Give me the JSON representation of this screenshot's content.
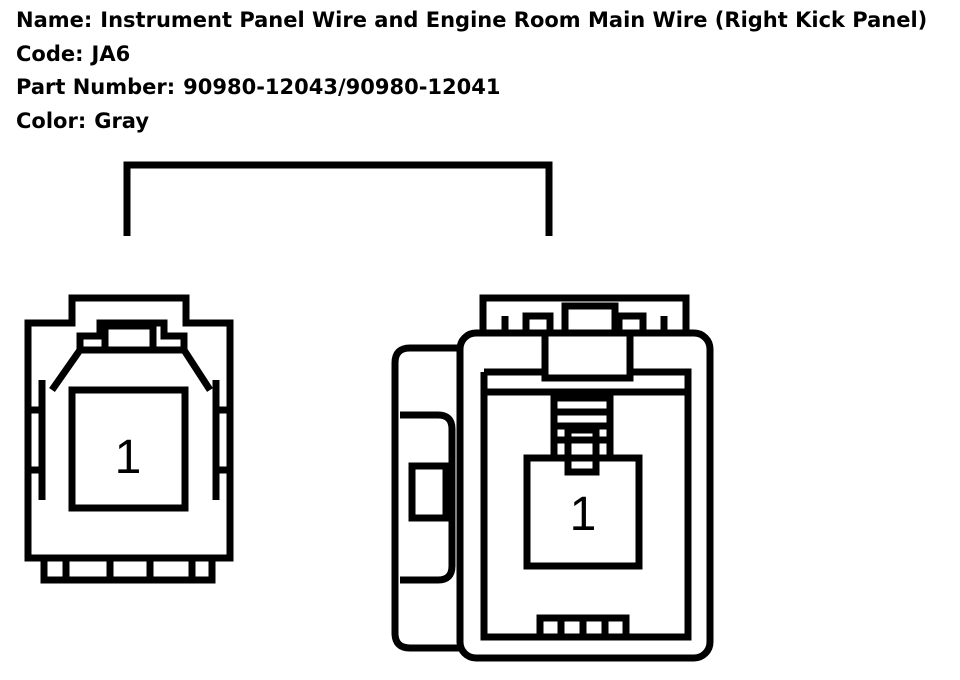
{
  "info": {
    "name_label": "Name:",
    "name_value": "Instrument Panel Wire and Engine Room Main Wire (Right Kick Panel)",
    "code_label": "Code:",
    "code_value": "JA6",
    "part_label": "Part Number:",
    "part_value": "90980-12043/90980-12041",
    "color_label": "Color:",
    "color_value": "Gray"
  },
  "connectors": {
    "left_pin": "1",
    "right_pin": "1"
  },
  "colors": {
    "line": "#000000",
    "background": "#ffffff"
  }
}
